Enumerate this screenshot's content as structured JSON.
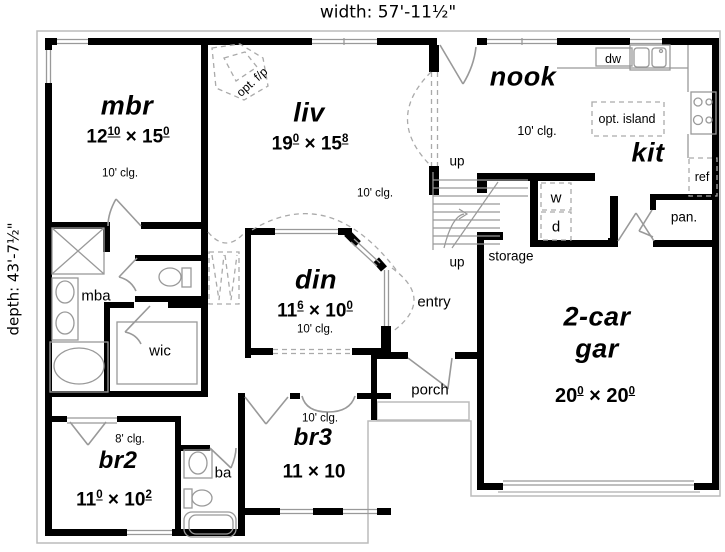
{
  "title": {
    "width_label": "width: 57'-11½\"",
    "depth_label": "depth: 43'-7½\""
  },
  "labels": {
    "mbr": {
      "name": "mbr",
      "dim": "12^10 × 15^0",
      "clg": "10' clg."
    },
    "liv": {
      "name": "liv",
      "dim": "19^0 × 15^8",
      "clg": "10' clg."
    },
    "nook": {
      "name": "nook",
      "clg": "10' clg."
    },
    "kit": {
      "name": "kit"
    },
    "din": {
      "name": "din",
      "dim": "11^6 × 10^0",
      "clg": "10' clg."
    },
    "gar": {
      "name_line1": "2-car",
      "name_line2": "gar",
      "dim": "20^0 × 20^0"
    },
    "br2": {
      "name": "br2",
      "dim": "11^0 × 10^2",
      "clg": "8' clg."
    },
    "br3": {
      "name": "br3",
      "dim": "11 × 10",
      "clg": "10' clg."
    },
    "mba": "mba",
    "wic": "wic",
    "ba": "ba",
    "entry": "entry",
    "porch": "porch",
    "storage": "storage",
    "pan": "pan.",
    "ref": "ref",
    "dw": "dw",
    "washer": "w",
    "dryer": "d",
    "up_top": "up",
    "up_bottom": "up",
    "opt_island": "opt. island",
    "opt_fireplace": "opt. f/p"
  },
  "colors": {
    "wall": "#000000",
    "thin_line": "#999999",
    "dashed_line": "#aaaaaa",
    "roof_outline": "#bbbbbb",
    "background": "#ffffff",
    "text": "#000000"
  }
}
